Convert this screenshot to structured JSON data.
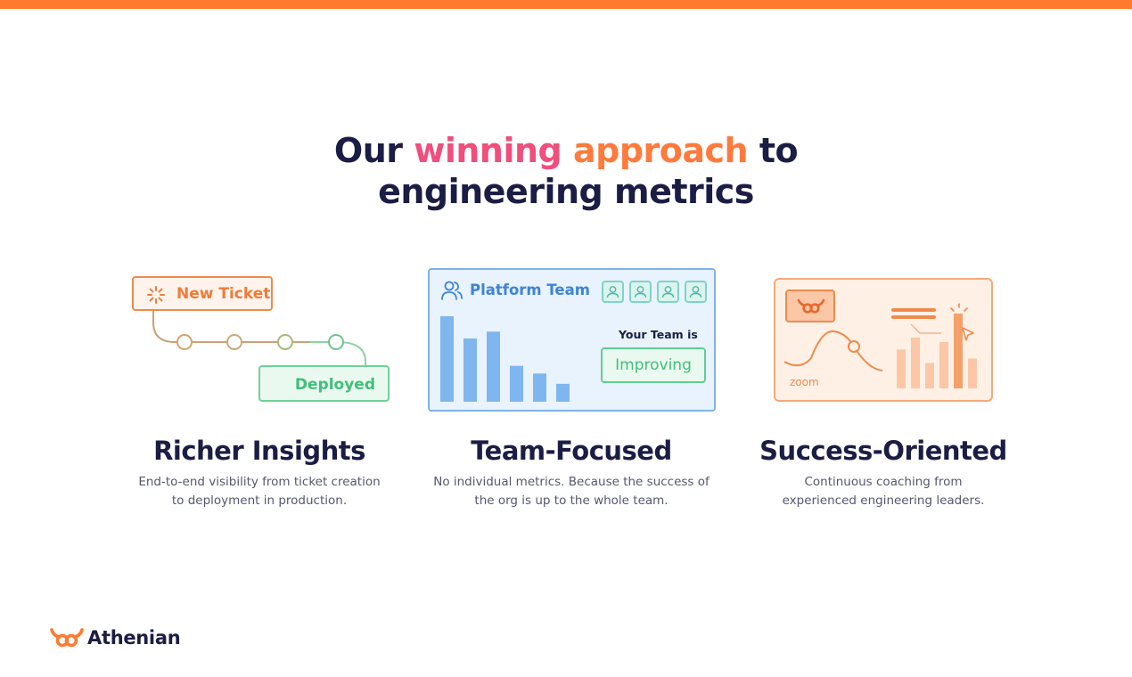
{
  "heading": {
    "part1": "Our ",
    "highlight1": "winning",
    "space": " ",
    "highlight2": "approach",
    "part2": " to",
    "line2": "engineering metrics"
  },
  "cards": [
    {
      "title": "Richer Insights",
      "description": "End-to-end visibility from ticket creation to deployment in production.",
      "illustration": {
        "start_label": "New Ticket",
        "end_label": "Deployed",
        "icon": "sparkle-icon"
      }
    },
    {
      "title": "Team-Focused",
      "description": "No individual metrics. Because the success of the org is up to the whole team.",
      "illustration": {
        "panel_title": "Platform Team",
        "status_caption": "Your Team is",
        "status_value": "Improving",
        "icon": "team-icon",
        "avatar_icon": "user-icon",
        "bar_levels": [
          1.0,
          0.74,
          0.82,
          0.42,
          0.33,
          0.21
        ]
      }
    },
    {
      "title": "Success-Oriented",
      "description": "Continuous coaching from experienced engineering leaders.",
      "illustration": {
        "zoom_label": "zoom",
        "icon": "cursor-icon",
        "bar_levels": [
          0.52,
          0.68,
          0.34,
          0.62,
          1.0,
          0.4
        ]
      }
    }
  ],
  "brand": {
    "name": "Athenian",
    "logo_icon": "bull-logo-icon"
  },
  "colors": {
    "accent_orange": "#ff7a2e",
    "heading_navy": "#1b1d45",
    "pink": "#f04e7c",
    "green": "#3ec07a",
    "blue": "#3d84d9"
  }
}
